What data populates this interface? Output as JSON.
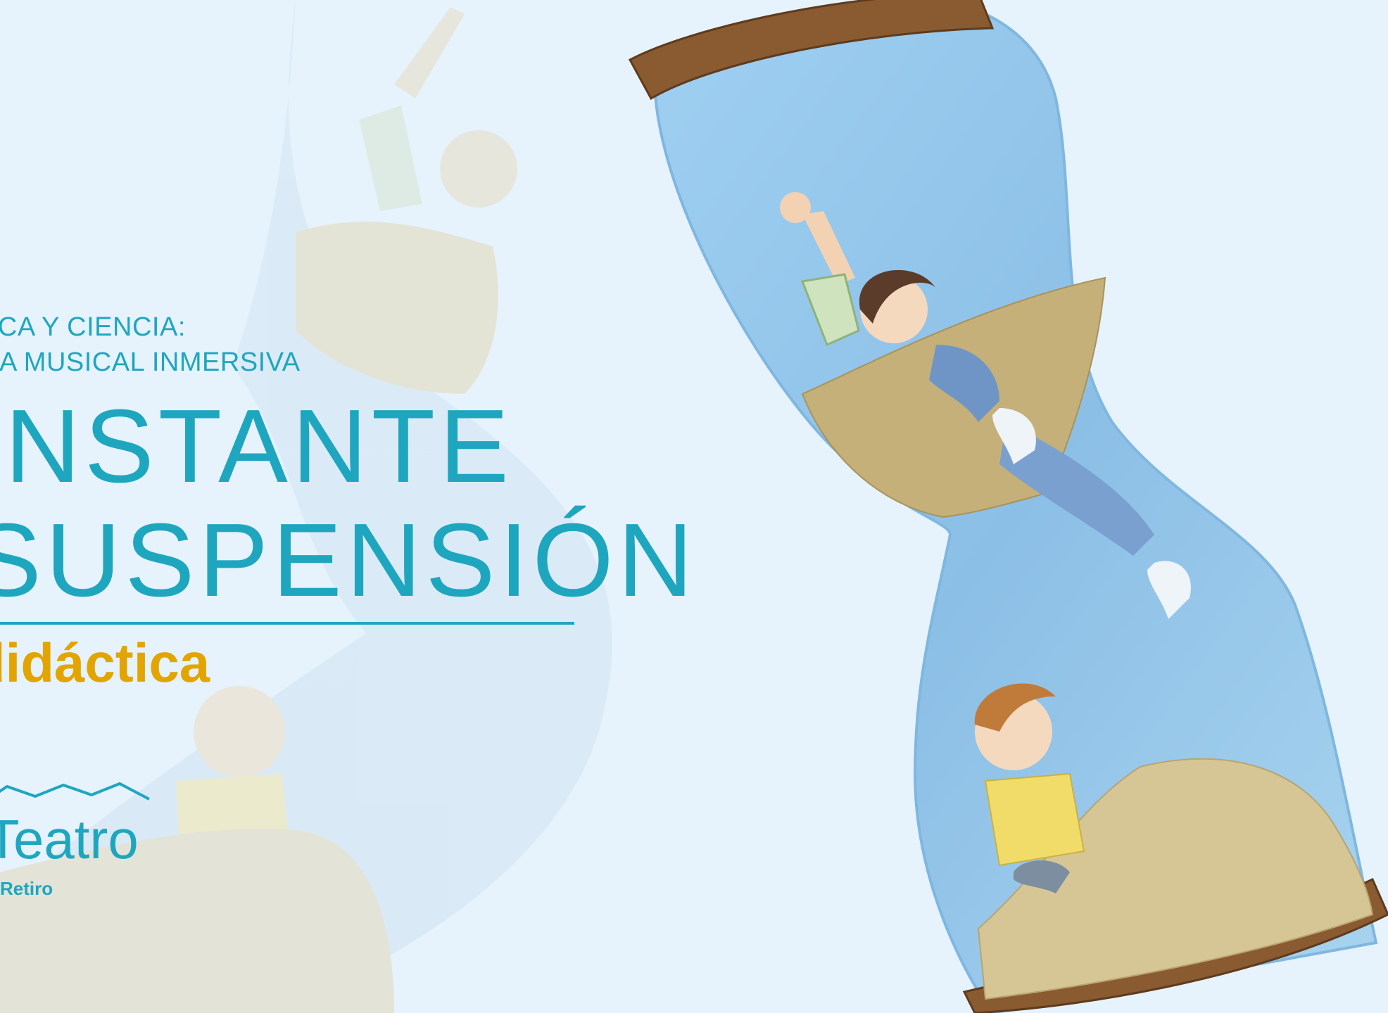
{
  "subtitle": {
    "line1": "SICA Y CIENCIA:",
    "line2": "CIA MUSICAL INMERSIVA"
  },
  "title": {
    "line1": "INSTANTE",
    "line2": "SUSPENSIÓN"
  },
  "guide_label": "didáctica",
  "logo": {
    "word": "Teatro",
    "sub": "Retiro"
  },
  "colors": {
    "background": "#e6f3fc",
    "accent": "#1fa6bf",
    "highlight": "#e2a500",
    "glass": "#a9d2ef",
    "sand": "#c5b07a",
    "wood": "#8a5a30"
  },
  "illustration": {
    "subject": "hourglass with two children and sand",
    "icon": "hourglass-icon"
  }
}
